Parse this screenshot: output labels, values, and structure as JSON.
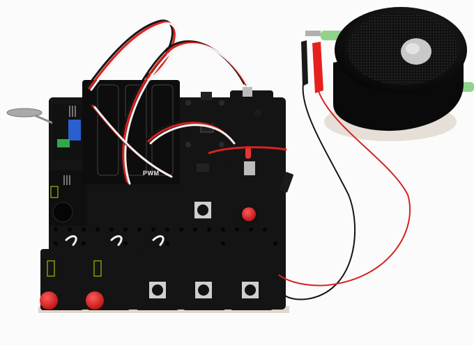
{
  "image": {
    "description": "Photograph of a black modular electronics baseplate with several sensor/input modules connected by servo-style tri-color wires, wired via alligator clips to a black cylindrical speaker",
    "visible_text": {
      "board_label": "PWM"
    },
    "objects": [
      {
        "name": "baseplate",
        "color": "#141414"
      },
      {
        "name": "force-sensor-pad",
        "color": "#a8a8a8"
      },
      {
        "name": "potentiometer-module",
        "color": "#2a5fd0"
      },
      {
        "name": "terminal-block",
        "color": "#2fa845"
      },
      {
        "name": "buzzer-module",
        "color": "#101010"
      },
      {
        "name": "controller-board-pwm",
        "color": "#0d0d0d"
      },
      {
        "name": "light-sensor-module",
        "color": "#141414"
      },
      {
        "name": "ir-led-module",
        "color": "#141414"
      },
      {
        "name": "push-button-module",
        "color": "#141414",
        "count": 4
      },
      {
        "name": "rotary-knob-module",
        "color": "#e02020",
        "count": 3
      },
      {
        "name": "speaker",
        "color": "#0c0c0c"
      },
      {
        "name": "alligator-clip-black",
        "color": "#1a1a1a"
      },
      {
        "name": "alligator-clip-red",
        "color": "#e8201c"
      },
      {
        "name": "audio-jack-green",
        "color": "#8fd48a"
      },
      {
        "name": "servo-wires",
        "colors": [
          "#1a1a1a",
          "#d42020",
          "#f5f5f5"
        ]
      }
    ],
    "colors": {
      "background": "#fbfbfb",
      "board": "#141414",
      "wire_red": "#d8221e",
      "wire_black": "#151515",
      "wire_white": "#f2f2f2",
      "knob_red": "#e02323",
      "shadow": "#d8cfc4"
    }
  }
}
